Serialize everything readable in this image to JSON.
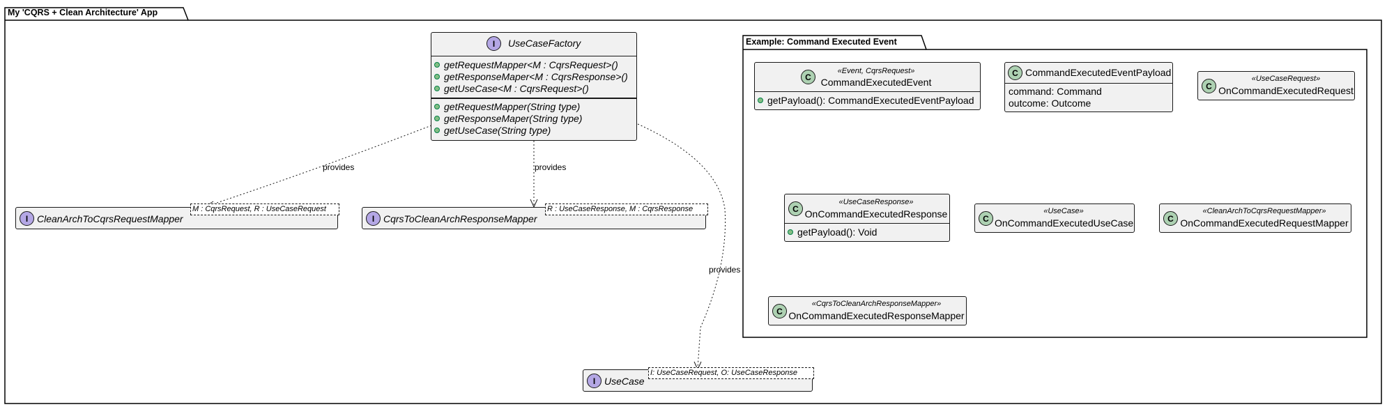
{
  "outer_package": {
    "title": "My 'CQRS + Clean Architecture' App"
  },
  "example_package": {
    "title": "Example: Command Executed Event"
  },
  "use_case_factory": {
    "kind": "I",
    "name": "UseCaseFactory",
    "members_generic": [
      "getRequestMapper<M : CqrsRequest>()",
      "getResponseMaper<M : CqrsResponse>()",
      "getUseCase<M : CqrsRequest>()"
    ],
    "members_string": [
      "getRequestMapper(String type)",
      "getResponseMaper(String type)",
      "getUseCase(String type)"
    ]
  },
  "request_mapper_interface": {
    "kind": "I",
    "name": "CleanArchToCqrsRequestMapper",
    "type_params": "M : CqrsRequest, R : UseCaseRequest"
  },
  "response_mapper_interface": {
    "kind": "I",
    "name": "CqrsToCleanArchResponseMapper",
    "type_params": "R : UseCaseResponse, M : CqrsResponse"
  },
  "use_case_interface": {
    "kind": "I",
    "name": "UseCase",
    "type_params": "I: UseCaseRequest, O: UseCaseResponse"
  },
  "edges": {
    "to_request_mapper": "provides",
    "to_response_mapper": "provides",
    "to_use_case": "provides"
  },
  "example_classes": {
    "command_executed_event": {
      "kind": "C",
      "stereotype": "«Event, CqrsRequest»",
      "name": "CommandExecutedEvent",
      "members": [
        "getPayload(): CommandExecutedEventPayload"
      ]
    },
    "command_executed_event_payload": {
      "kind": "C",
      "name": "CommandExecutedEventPayload",
      "fields": [
        "command: Command",
        "outcome: Outcome"
      ]
    },
    "on_command_executed_request": {
      "kind": "C",
      "stereotype": "«UseCaseRequest»",
      "name": "OnCommandExecutedRequest"
    },
    "on_command_executed_response": {
      "kind": "C",
      "stereotype": "«UseCaseResponse»",
      "name": "OnCommandExecutedResponse",
      "members": [
        "getPayload(): Void"
      ]
    },
    "on_command_executed_use_case": {
      "kind": "C",
      "stereotype": "«UseCase»",
      "name": "OnCommandExecutedUseCase"
    },
    "on_command_executed_request_mapper": {
      "kind": "C",
      "stereotype": "«CleanArchToCqrsRequestMapper»",
      "name": "OnCommandExecutedRequestMapper"
    },
    "on_command_executed_response_mapper": {
      "kind": "C",
      "stereotype": "«CqrsToCleanArchResponseMapper»",
      "name": "OnCommandExecutedResponseMapper"
    }
  },
  "colors": {
    "class_fill": "#f1f1f1",
    "interface_badge": "#b4a7e5",
    "class_badge": "#add1b2",
    "border": "#181818",
    "public_dot": "#84be84"
  }
}
